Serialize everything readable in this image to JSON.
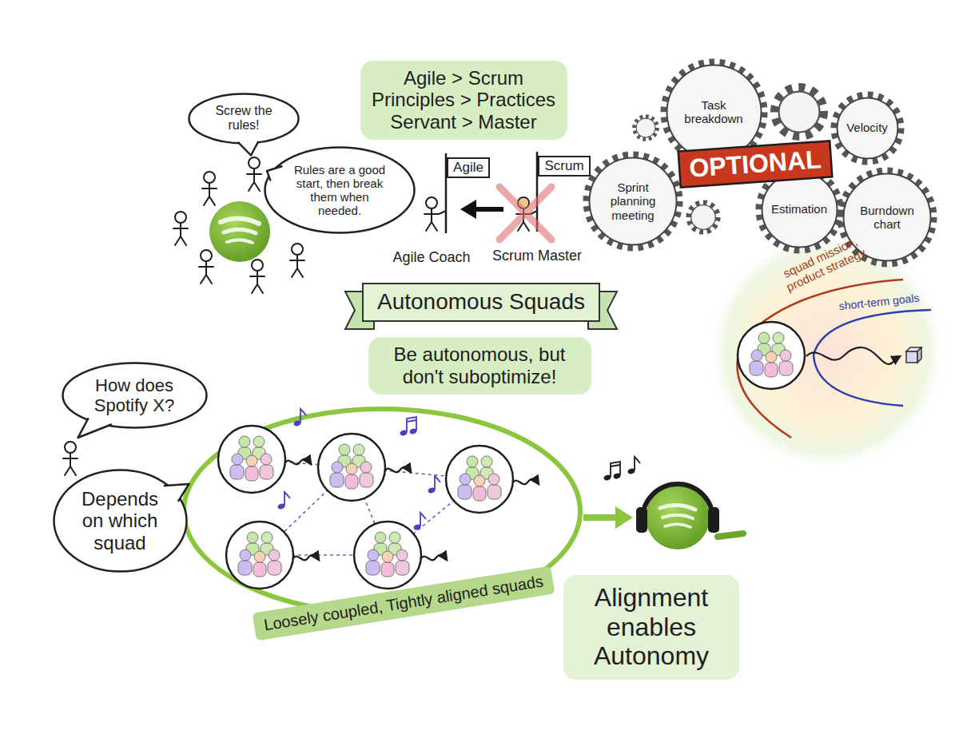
{
  "diagram": {
    "nodes": [
      {
        "text": [
          "Screw the rules!"
        ]
      },
      {
        "text": [
          "Rules are a good start, then break them when needed."
        ]
      },
      {
        "text": [
          "Agile > Scrum",
          "Principles > Practices",
          "Servant > Master"
        ]
      },
      {
        "text": [
          "Agile"
        ]
      },
      {
        "text": [
          "Scrum"
        ]
      },
      {
        "text": [
          "Task breakdown"
        ]
      },
      {
        "text": [
          "Velocity"
        ]
      },
      {
        "text": [
          "Sprint planning meeting"
        ]
      },
      {
        "text": [
          "Estimation"
        ]
      },
      {
        "text": [
          "Burndown chart"
        ]
      },
      {
        "text": [
          "OPTIONAL"
        ]
      },
      {
        "text": [
          "Autonomous Squads"
        ]
      },
      {
        "text": [
          "Be autonomous, but don't suboptimize!"
        ]
      },
      {
        "text": [
          "How does Spotify X?"
        ]
      },
      {
        "text": [
          "Depends on which squad"
        ]
      },
      {
        "text": [
          "Loosely coupled, Tightly aligned squads"
        ]
      },
      {
        "text": [
          "Alignment enables Autonomy"
        ]
      }
    ],
    "labels": [
      "Agile Coach",
      "Scrum Master",
      "squad mission, product strategy",
      "short-term goals"
    ]
  }
}
